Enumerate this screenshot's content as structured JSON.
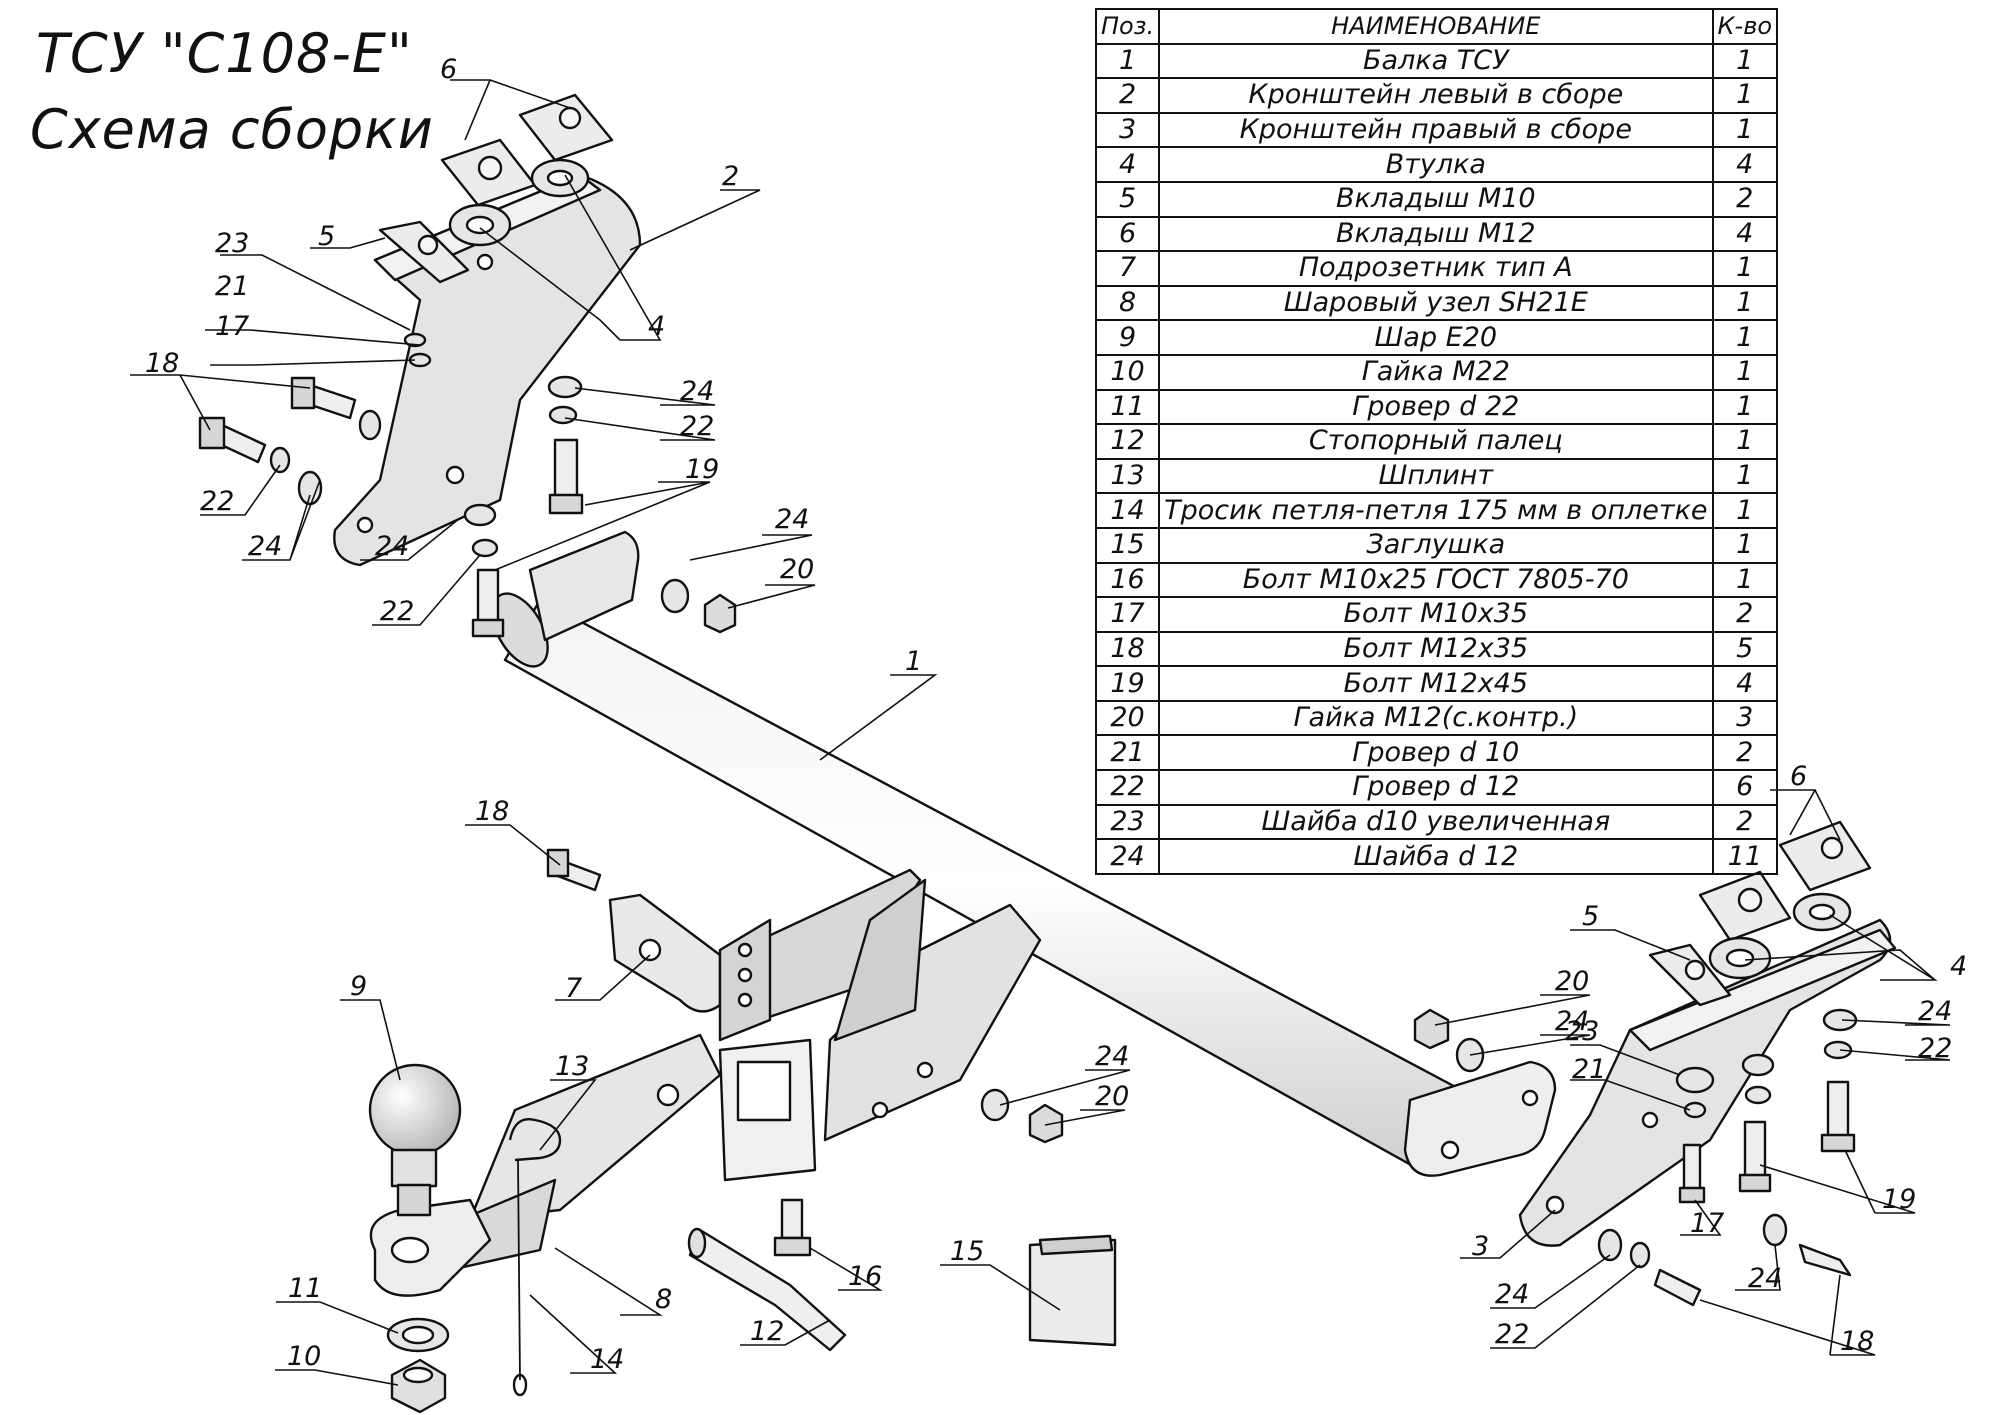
{
  "title": {
    "line1": "ТСУ \"C108-E\"",
    "line2": "Схема сборки"
  },
  "table": {
    "headers": {
      "pos": "Поз.",
      "name": "НАИМЕНОВАНИЕ",
      "qty": "К-во"
    },
    "rows": [
      {
        "pos": "1",
        "name": "Балка ТСУ",
        "qty": "1"
      },
      {
        "pos": "2",
        "name": "Кронштейн левый в сборе",
        "qty": "1"
      },
      {
        "pos": "3",
        "name": "Кронштейн правый в сборе",
        "qty": "1"
      },
      {
        "pos": "4",
        "name": "Втулка",
        "qty": "4"
      },
      {
        "pos": "5",
        "name": "Вкладыш М10",
        "qty": "2"
      },
      {
        "pos": "6",
        "name": "Вкладыш М12",
        "qty": "4"
      },
      {
        "pos": "7",
        "name": "Подрозетник тип А",
        "qty": "1"
      },
      {
        "pos": "8",
        "name": "Шаровый узел SH21E",
        "qty": "1"
      },
      {
        "pos": "9",
        "name": "Шар Е20",
        "qty": "1"
      },
      {
        "pos": "10",
        "name": "Гайка М22",
        "qty": "1"
      },
      {
        "pos": "11",
        "name": "Гровер d 22",
        "qty": "1"
      },
      {
        "pos": "12",
        "name": "Стопорный палец",
        "qty": "1"
      },
      {
        "pos": "13",
        "name": "Шплинт",
        "qty": "1"
      },
      {
        "pos": "14",
        "name": "Тросик петля-петля 175 мм в оплетке",
        "qty": "1"
      },
      {
        "pos": "15",
        "name": "Заглушка",
        "qty": "1"
      },
      {
        "pos": "16",
        "name": "Болт М10х25 ГОСТ 7805-70",
        "qty": "1"
      },
      {
        "pos": "17",
        "name": "Болт М10х35",
        "qty": "2"
      },
      {
        "pos": "18",
        "name": "Болт М12х35",
        "qty": "5"
      },
      {
        "pos": "19",
        "name": "Болт М12х45",
        "qty": "4"
      },
      {
        "pos": "20",
        "name": "Гайка М12(с.контр.)",
        "qty": "3"
      },
      {
        "pos": "21",
        "name": "Гровер d 10",
        "qty": "2"
      },
      {
        "pos": "22",
        "name": "Гровер d 12",
        "qty": "6"
      },
      {
        "pos": "23",
        "name": "Шайба d10 увеличенная",
        "qty": "2"
      },
      {
        "pos": "24",
        "name": "Шайба d 12",
        "qty": "11"
      }
    ]
  },
  "callouts": {
    "c1": "1",
    "c2": "2",
    "c3": "3",
    "c4": "4",
    "c5": "5",
    "c6": "6",
    "c7": "7",
    "c8": "8",
    "c9": "9",
    "c10": "10",
    "c11": "11",
    "c12": "12",
    "c13": "13",
    "c14": "14",
    "c15": "15",
    "c16": "16",
    "c17": "17",
    "c18": "18",
    "c19": "19",
    "c20": "20",
    "c21": "21",
    "c22": "22",
    "c23": "23",
    "c24": "24"
  },
  "colors": {
    "line": "#111111",
    "part_fill": "#e6e6e6",
    "part_shade": "#c9c9c9"
  }
}
